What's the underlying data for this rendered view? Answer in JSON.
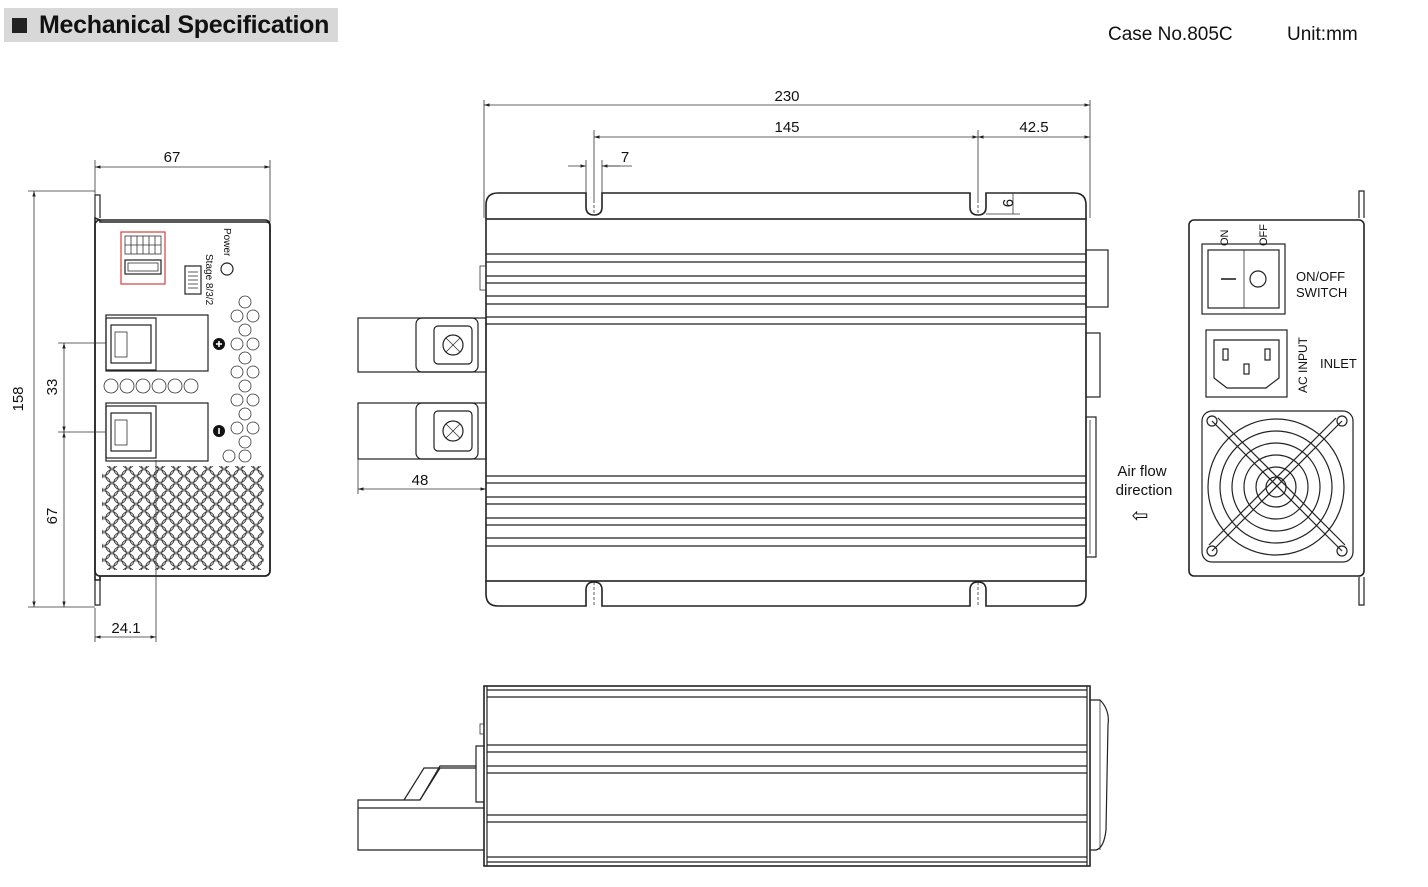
{
  "header": {
    "title": "Mechanical Specification",
    "case_no": "Case No.805C",
    "unit": "Unit:mm"
  },
  "dimensions": {
    "d230": "230",
    "d145": "145",
    "d42_5": "42.5",
    "d7": "7",
    "d9": "9",
    "d67_top": "67",
    "d158": "158",
    "d33": "33",
    "d67_side": "67",
    "d24_1": "24.1",
    "d48": "48"
  },
  "labels": {
    "power": "Power",
    "stage": "Stage 8/3/2",
    "on": "ON",
    "off": "OFF",
    "onoff_switch_1": "ON/OFF",
    "onoff_switch_2": "SWITCH",
    "ac_input": "AC INPUT",
    "inlet": "INLET",
    "airflow_1": "Air flow",
    "airflow_2": "direction",
    "airflow_arrow": "⇦"
  }
}
